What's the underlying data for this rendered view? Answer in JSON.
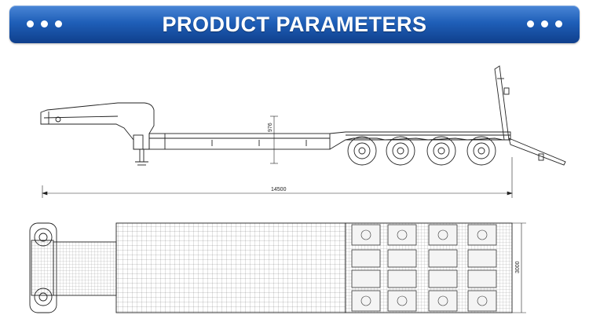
{
  "banner": {
    "title": "PRODUCT PARAMETERS"
  },
  "side_view": {
    "overall_length": "14500",
    "deck_height": "976"
  },
  "top_view": {
    "overall_width": "3000"
  },
  "icons": {
    "banner_dots": "three-dots-icon"
  }
}
